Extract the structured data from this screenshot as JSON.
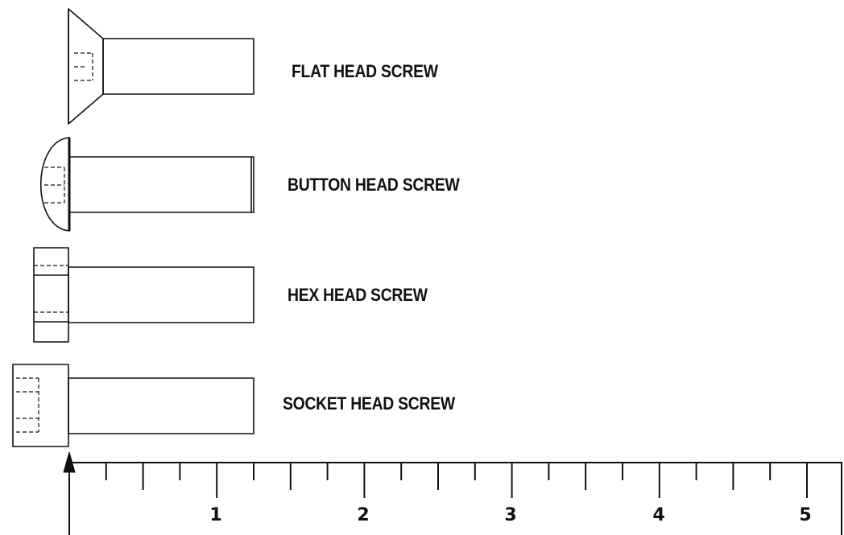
{
  "screws": [
    {
      "key": "flat",
      "label": "FLAT HEAD SCREW",
      "head_icon": "flat-head-icon"
    },
    {
      "key": "button",
      "label": "BUTTON HEAD SCREW",
      "head_icon": "button-head-icon"
    },
    {
      "key": "hex",
      "label": "HEX HEAD SCREW",
      "head_icon": "hex-head-icon"
    },
    {
      "key": "socket",
      "label": "SOCKET HEAD SCREW",
      "head_icon": "socket-head-icon"
    }
  ],
  "ruler": {
    "labels": [
      "1",
      "2",
      "3",
      "4",
      "5"
    ],
    "zero_marker": "arrow-up-icon"
  },
  "colors": {
    "line": "#111111",
    "background": "#ffffff"
  }
}
